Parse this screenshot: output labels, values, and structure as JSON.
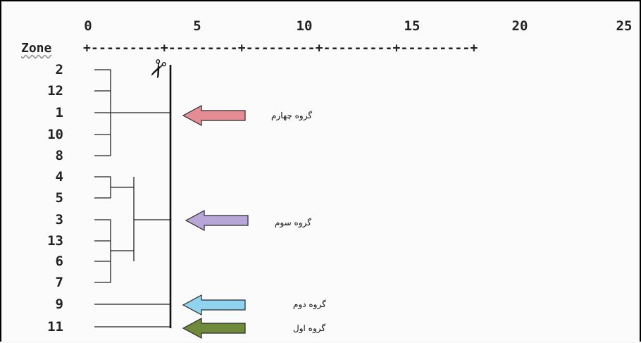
{
  "axis": {
    "header": "Zone",
    "ticks": [
      "0",
      "5",
      "10",
      "15",
      "20",
      "25"
    ],
    "scale_line": "+---------+---------+---------+---------+---------+"
  },
  "zones": [
    "2",
    "12",
    "1",
    "10",
    "8",
    "4",
    "5",
    "3",
    "13",
    "6",
    "7",
    "9",
    "11"
  ],
  "groups": [
    {
      "label": "گروه چهارم",
      "arrow_color": "#e58c95",
      "rows": [
        "2",
        "12",
        "1",
        "10",
        "8"
      ]
    },
    {
      "label": "گروه سوم",
      "arrow_color": "#b8a6d9",
      "rows": [
        "4",
        "5",
        "3",
        "13",
        "6",
        "7"
      ]
    },
    {
      "label": "گروه دوم",
      "arrow_color": "#8fd3f0",
      "rows": [
        "9"
      ]
    },
    {
      "label": "گروه اول",
      "arrow_color": "#6f8a3a",
      "rows": [
        "11"
      ]
    }
  ],
  "icons": {
    "cut": "scissors-icon"
  },
  "colors": {
    "lines": "#222222",
    "arrow_outline": "#2a2a2a"
  }
}
